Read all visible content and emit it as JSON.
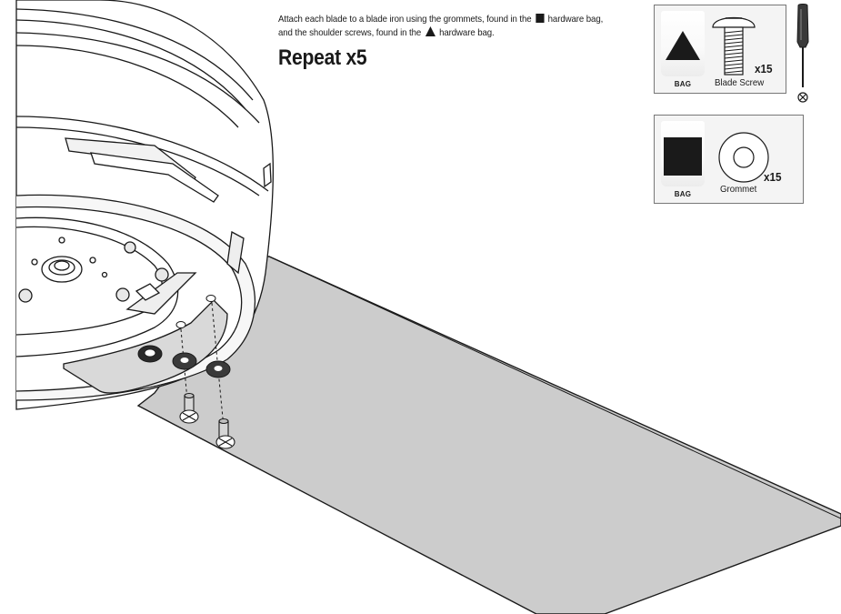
{
  "instructions": {
    "line1_prefix": "Attach each blade to a blade iron using the grommets, found in the",
    "line1_suffix": "hardware bag,",
    "line2_prefix": "and the shoulder screws, found in the",
    "line2_suffix": "hardware bag.",
    "repeat": "Repeat x5"
  },
  "hardware": {
    "screw_box": {
      "bag_label": "BAG",
      "bag_symbol": "triangle",
      "part_label": "Blade Screw",
      "quantity": "x15",
      "tool": "phillips-screwdriver"
    },
    "grommet_box": {
      "bag_label": "BAG",
      "bag_symbol": "square",
      "part_label": "Grommet",
      "quantity": "x15"
    }
  },
  "colors": {
    "line": "#1a1a1a",
    "blade": "#cccccc",
    "motor": "#ffffff"
  }
}
